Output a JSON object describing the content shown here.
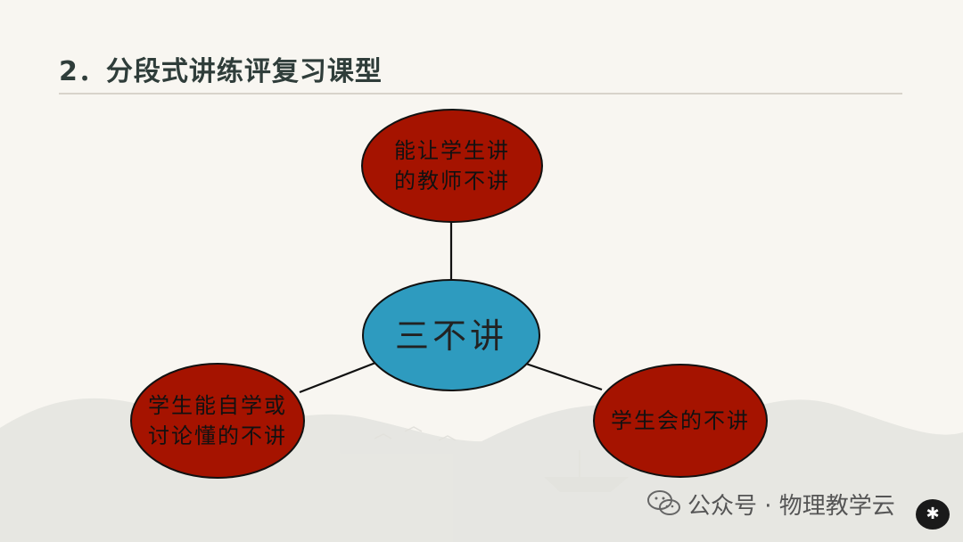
{
  "title": "2．分段式讲练评复习课型",
  "center_node": {
    "label": "三不讲"
  },
  "outer_nodes": {
    "top": "能让学生讲\n的教师不讲",
    "left": "学生能自学或\n讨论懂的不讲",
    "right": "学生会的不讲"
  },
  "watermark": {
    "text": "公众号 · 物理教学云",
    "icon": "wechat-icon"
  },
  "more_button": {
    "icon": "dots-icon",
    "symbol": "✱"
  },
  "colors": {
    "outer_fill": "#a51300",
    "center_fill": "#2e9bbf",
    "outline": "#111111",
    "connector": "#111111"
  }
}
